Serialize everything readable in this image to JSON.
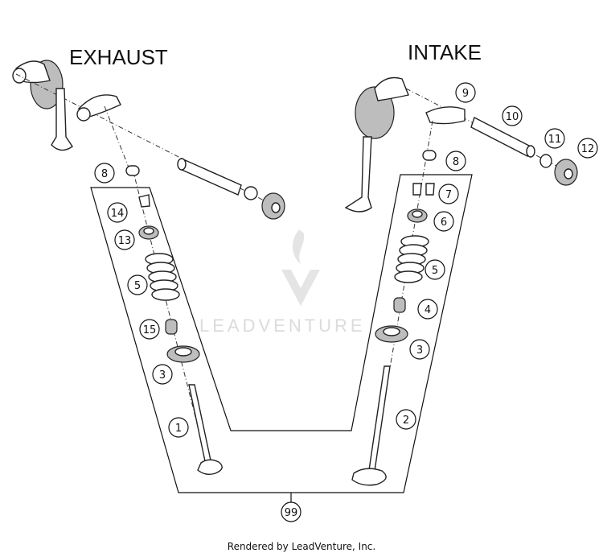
{
  "headings": {
    "exhaust": "EXHAUST",
    "intake": "INTAKE"
  },
  "callouts": {
    "c1": "1",
    "c2": "2",
    "c3a": "3",
    "c3b": "3",
    "c4": "4",
    "c5a": "5",
    "c5b": "5",
    "c6": "6",
    "c7": "7",
    "c8a": "8",
    "c8b": "8",
    "c9": "9",
    "c10": "10",
    "c11": "11",
    "c12": "12",
    "c13": "13",
    "c14": "14",
    "c15": "15",
    "c99": "99"
  },
  "watermark": "LEADVENTURE",
  "footer": "Rendered by LeadVenture, Inc."
}
